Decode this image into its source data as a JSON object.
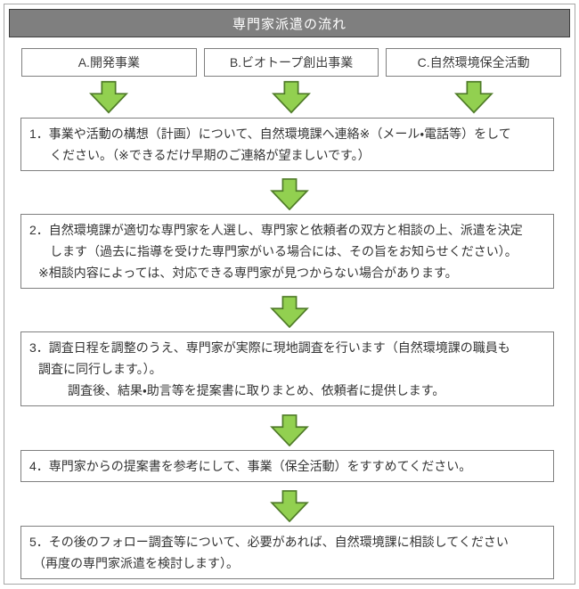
{
  "title": "専門家派遣の流れ",
  "categories": [
    {
      "label": "A.開発事業"
    },
    {
      "label": "B.ビオトープ創出事業"
    },
    {
      "label": "C.自然環境保全活動"
    }
  ],
  "steps": [
    {
      "lines": [
        "1．事業や活動の構想（計画）について、自然環境課へ連絡※（メール・電話等）をして",
        "ください。（※できるだけ早期のご連絡が望ましいです。）"
      ]
    },
    {
      "lines": [
        "2．自然環境課が適切な専門家を人選し、専門家と依頼者の双方と相談の上、派遣を決定",
        "します（過去に指導を受けた専門家がいる場合には、その旨をお知らせください）。",
        "※相談内容によっては、対応できる専門家が見つからない場合があります。"
      ]
    },
    {
      "lines": [
        "3．調査日程を調整のうえ、専門家が実際に現地調査を行います（自然環境課の職員も",
        "調査に同行します。）。",
        "調査後、結果・助言等を提案書に取りまとめ、依頼者に提供します。"
      ]
    },
    {
      "lines": [
        "4．専門家からの提案書を参考にして、事業（保全活動）をすすめてください。"
      ]
    },
    {
      "lines": [
        "5．その後のフォロー調査等について、必要があれば、自然環境課に相談してください",
        "（再度の専門家派遣を検討します）。"
      ]
    }
  ],
  "colors": {
    "title_bar_bg": "#7f7f7f",
    "title_bar_border": "#3f3f3f",
    "title_text": "#ffffff",
    "arrow_fill": "#92d050",
    "arrow_stroke": "#4f7b28",
    "box_border": "#7f7f7f",
    "frame_border": "#a6a6a6",
    "text": "#333333"
  }
}
